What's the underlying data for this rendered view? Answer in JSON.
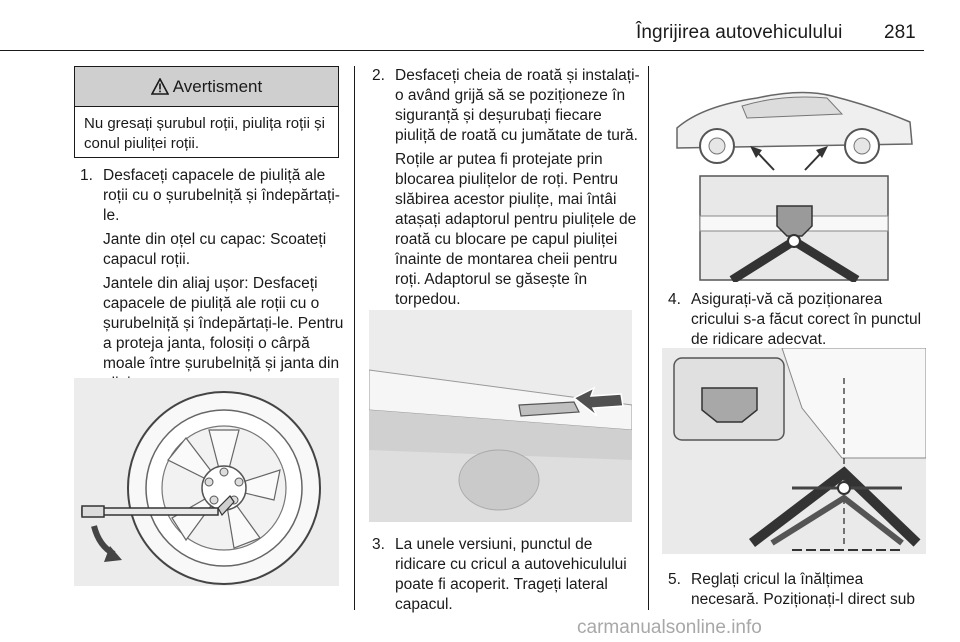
{
  "header": {
    "title": "Îngrijirea autovehiculului",
    "page_number": "281"
  },
  "warning": {
    "icon": "warning-triangle-icon",
    "title": "Avertisment",
    "text": "Nu gresați șurubul roții, piulița roții și conul piuliței roții."
  },
  "steps": [
    {
      "num": "1.",
      "paragraphs": [
        "Desfaceți capacele de piuliță ale roții cu o șurubelniță și îndepărtați-le.",
        "Jante din oțel cu capac: Scoateți capacul roții.",
        "Jantele din aliaj ușor: Desfaceți capacele de piuliță ale roții cu o șurubelniță și îndepărtați-le. Pentru a proteja janta, folosiți o cârpă moale între șurubelniță și janta din aliaj."
      ]
    },
    {
      "num": "2.",
      "paragraphs": [
        "Desfaceți cheia de roată și instalați-o având grijă să se poziționeze în siguranță și deșurubați fiecare piuliță de roată cu jumătate de tură.",
        "Roțile ar putea fi protejate prin blocarea piulițelor de roți. Pentru slăbirea acestor piulițe, mai întâi atașați adaptorul pentru piulițele de roată cu blocare pe capul piuliței înainte de montarea cheii pentru roți. Adaptorul se găsește în torpedou."
      ]
    },
    {
      "num": "3.",
      "paragraphs": [
        "La unele versiuni, punctul de ridicare cu cricul a autovehiculului poate fi acoperit. Trageți lateral capacul."
      ]
    },
    {
      "num": "4.",
      "paragraphs": [
        "Asigurați-vă că poziționarea cricului s-a făcut corect în punctul de ridicare adecvat."
      ]
    },
    {
      "num": "5.",
      "paragraphs": [
        "Reglați cricul la înălțimea necesară. Poziționați-l direct sub"
      ]
    }
  ],
  "footer": {
    "watermark": "carmanualsonline.info"
  }
}
